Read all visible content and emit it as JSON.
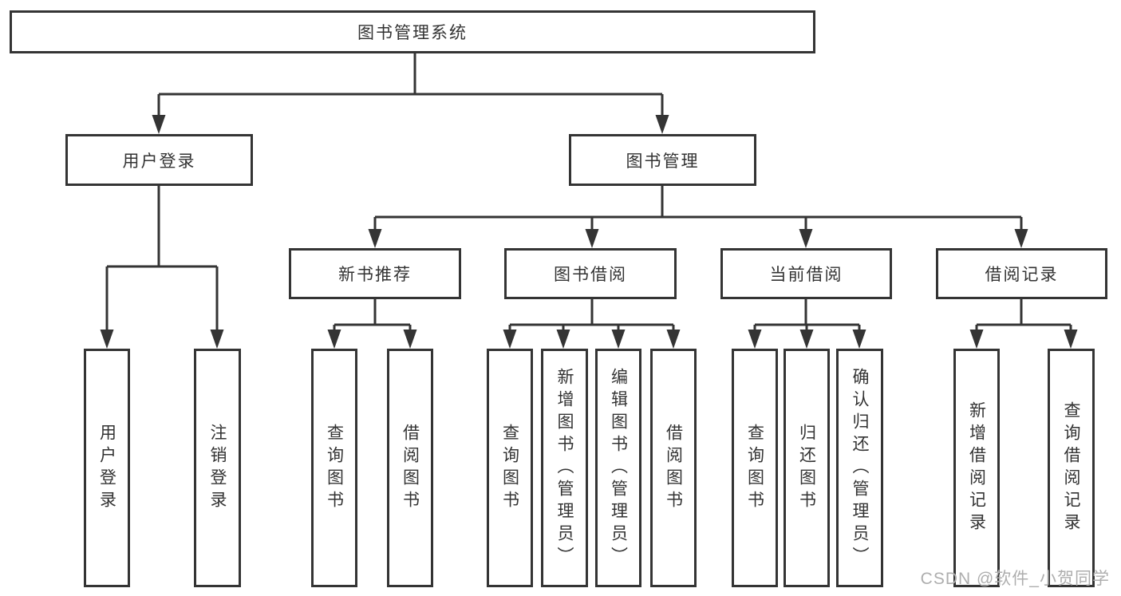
{
  "diagram_title": "图书管理系统",
  "tree": {
    "root": {
      "label": "图书管理系统",
      "children": [
        {
          "label": "用户登录",
          "children": [
            {
              "label": "用户登录"
            },
            {
              "label": "注销登录"
            }
          ]
        },
        {
          "label": "图书管理",
          "children": [
            {
              "label": "新书推荐",
              "children": [
                {
                  "label": "查询图书"
                },
                {
                  "label": "借阅图书"
                }
              ]
            },
            {
              "label": "图书借阅",
              "children": [
                {
                  "label": "查询图书"
                },
                {
                  "label": "新增图书（管理员）"
                },
                {
                  "label": "编辑图书（管理员）"
                },
                {
                  "label": "借阅图书"
                }
              ]
            },
            {
              "label": "当前借阅",
              "children": [
                {
                  "label": "查询图书"
                },
                {
                  "label": "归还图书"
                },
                {
                  "label": "确认归还（管理员）"
                }
              ]
            },
            {
              "label": "借阅记录",
              "children": [
                {
                  "label": "新增借阅记录"
                },
                {
                  "label": "查询借阅记录"
                }
              ]
            }
          ]
        }
      ]
    }
  },
  "watermark": {
    "text": "CSDN @软件_小贺同学"
  },
  "colors": {
    "line": "#343434",
    "text": "#333333",
    "watermark": "#aeaeae",
    "background": "#ffffff"
  }
}
